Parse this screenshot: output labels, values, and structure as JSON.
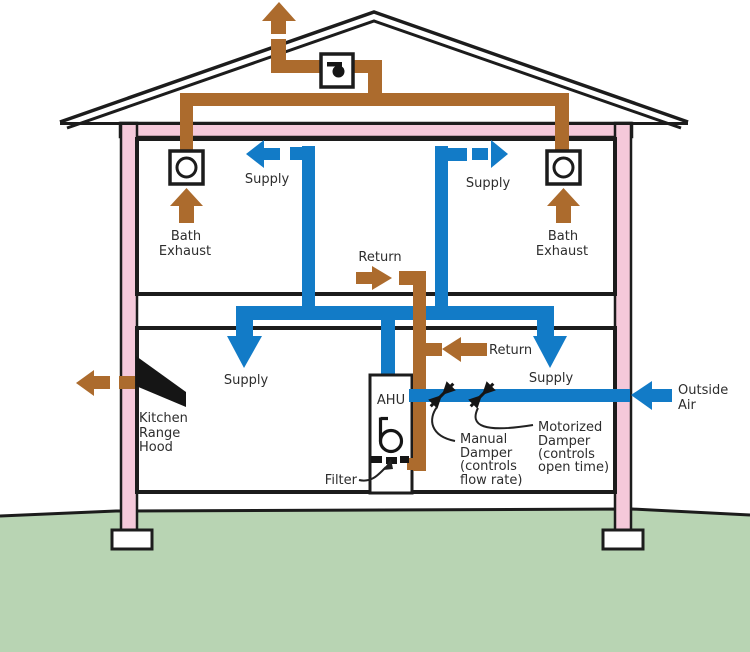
{
  "colors": {
    "duct_blue": "#127bc7",
    "duct_brown": "#ac6b2d",
    "wall_pink": "#f5c9da",
    "ground_green": "#b8d4b3",
    "outline_black": "#1c1c1c",
    "label_text": "#2d2d2d"
  },
  "labels": {
    "supply_upper_left": "Supply",
    "supply_upper_right": "Supply",
    "supply_lower_left": "Supply",
    "supply_lower_right": "Supply",
    "return_upper": "Return",
    "return_lower": "Return",
    "bath_exhaust_left": [
      "Bath",
      "Exhaust"
    ],
    "bath_exhaust_right": [
      "Bath",
      "Exhaust"
    ],
    "kitchen_range_hood": [
      "Kitchen",
      "Range",
      "Hood"
    ],
    "ahu": "AHU",
    "filter": "Filter",
    "manual_damper": [
      "Manual",
      "Damper",
      "(controls",
      "flow rate)"
    ],
    "motorized_damper": [
      "Motorized",
      "Damper",
      "(controls",
      "open time)"
    ],
    "outside_air": [
      "Outside",
      "Air"
    ]
  }
}
